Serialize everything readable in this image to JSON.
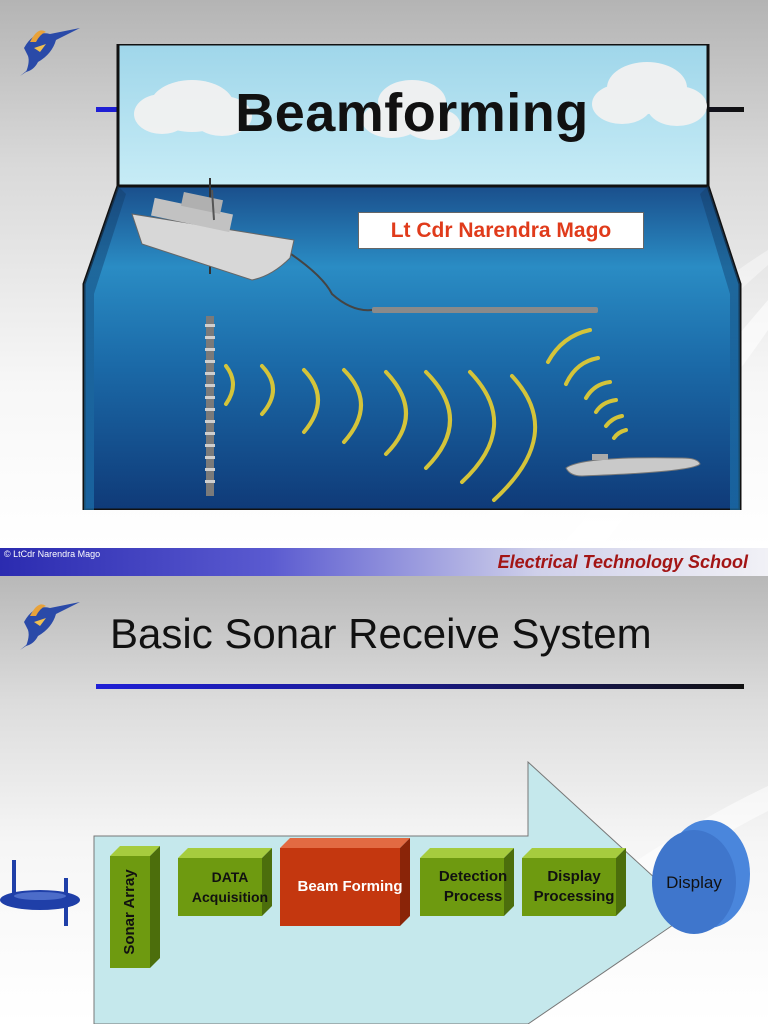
{
  "slide1": {
    "title": "Beamforming",
    "author": "Lt Cdr Narendra Mago"
  },
  "footer": {
    "copyright": "© LtCdr Narendra Mago",
    "school": "Electrical Technology School"
  },
  "slide2": {
    "title": "Basic Sonar Receive System",
    "stages": {
      "sonar_array": "Sonar Array",
      "data_acquisition": "DATA Acquisition",
      "beam_forming": "Beam Forming",
      "detection_process": "Detection Process",
      "display_processing": "Display Processing",
      "display": "Display"
    }
  },
  "colors": {
    "accent_rule": "#1f1fd6",
    "author_text": "#e03b1b",
    "school_text": "#a31515",
    "stage_green": "#6e9a10",
    "beam_forming_red": "#c4370f",
    "display_blue": "#3f76cc",
    "arrow_fill": "#c5e8ec"
  },
  "icons": [
    "swordfish-logo-icon",
    "ship-icon",
    "submarine-icon",
    "sonar-wave-icon"
  ]
}
